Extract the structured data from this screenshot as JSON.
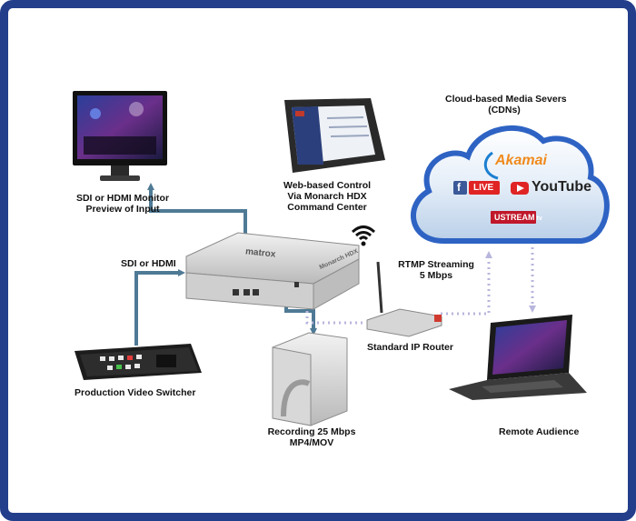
{
  "labels": {
    "monitor_line1": "SDI or HDMI Monitor",
    "monitor_line2": "Preview of Input",
    "web_line1": "Web-based Control",
    "web_line2": "Via Monarch HDX",
    "web_line3": "Command Center",
    "cloud_line1": "Cloud-based Media Severs",
    "cloud_line2": "(CDNs)",
    "input": "SDI or HDMI",
    "rtmp_line1": "RTMP Streaming",
    "rtmp_line2": "5 Mbps",
    "router": "Standard IP Router",
    "recording_line1": "Recording 25 Mbps",
    "recording_line2": "MP4/MOV",
    "switcher": "Production Video Switcher",
    "audience": "Remote Audience"
  },
  "logos": {
    "akamai": "Akamai",
    "facebook_live": "LIVE",
    "youtube": "YouTube",
    "ustream": "USTREAM",
    "ustream_tv": "tv",
    "encoder_brand": "matrox",
    "encoder_model": "Monarch HDX"
  },
  "colors": {
    "frame": "#233e8b",
    "solid_arrow": "#4f7a95",
    "dotted_arrow": "#b8b6dd",
    "cloud_fill": "#dde9f5",
    "cloud_stroke": "#2e63c4"
  }
}
